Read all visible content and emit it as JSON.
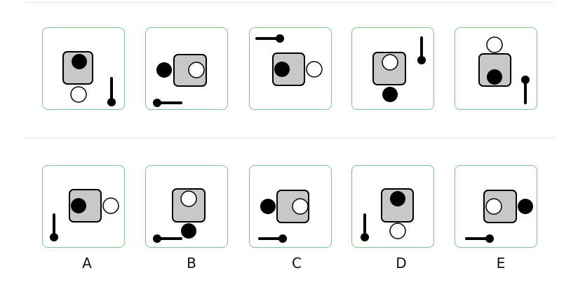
{
  "question_tiles": [
    {
      "id": "q1",
      "square": "sq-1",
      "dark_disc": "top",
      "light_disc": "below",
      "pin": "vertical-right"
    },
    {
      "id": "q2",
      "square": "sq-2",
      "dark_disc": "left",
      "light_disc": "inside-right",
      "pin": "horizontal-bottom-left"
    },
    {
      "id": "q3",
      "square": "sq-3",
      "dark_disc": "inside-left",
      "light_disc": "right",
      "pin": "horizontal-top-left"
    },
    {
      "id": "q4",
      "square": "sq-4",
      "dark_disc": "below",
      "light_disc": "inside-top",
      "pin": "vertical-top-right"
    },
    {
      "id": "q5",
      "square": "sq-5",
      "dark_disc": "inside-bottom",
      "light_disc": "above",
      "pin": "vertical-right"
    }
  ],
  "options": [
    {
      "label": "A"
    },
    {
      "label": "B"
    },
    {
      "label": "C"
    },
    {
      "label": "D"
    },
    {
      "label": "E"
    }
  ],
  "colors": {
    "border": "#7bc48b",
    "square_fill": "#c8c8c8",
    "dark": "#000000",
    "light": "#ffffff",
    "divider": "#e3e3e3"
  }
}
